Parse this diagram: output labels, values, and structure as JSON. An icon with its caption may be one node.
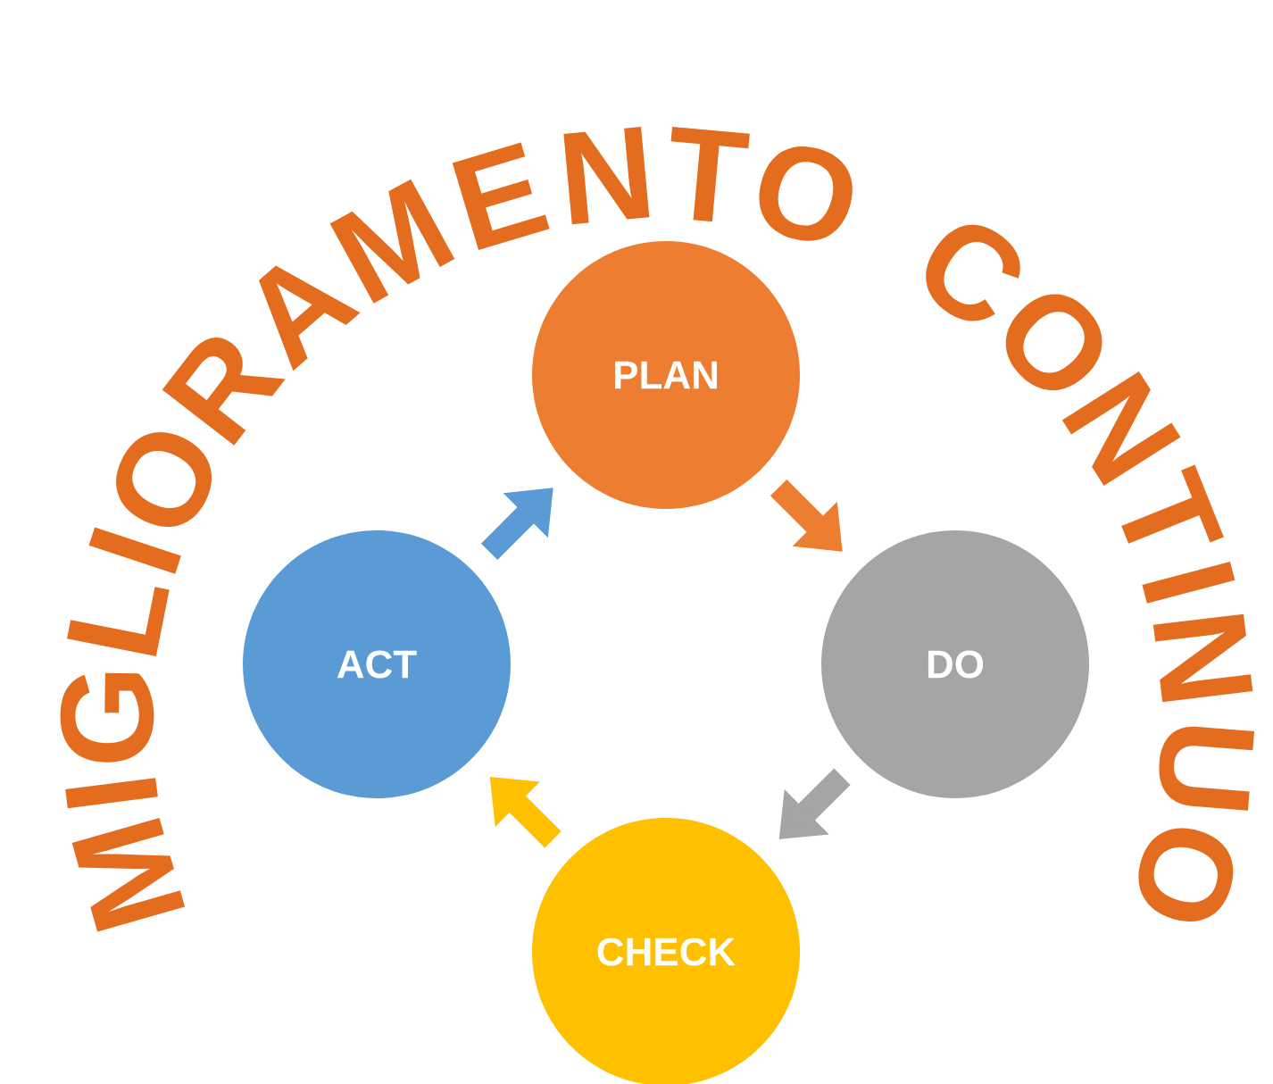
{
  "diagram": {
    "title": "MIGLIORAMENTO CONTINUO",
    "nodes": [
      {
        "text": [
          "PLAN"
        ]
      },
      {
        "text": [
          "DO"
        ]
      },
      {
        "text": [
          "CHECK"
        ]
      },
      {
        "text": [
          "ACT"
        ]
      }
    ],
    "edges": [
      {
        "from": 0,
        "to": 1,
        "arrow": "to",
        "color": "#ed7d31"
      },
      {
        "from": 1,
        "to": 2,
        "arrow": "to",
        "color": "#a5a5a5"
      },
      {
        "from": 2,
        "to": 3,
        "arrow": "to",
        "color": "#ffc000"
      },
      {
        "from": 3,
        "to": 0,
        "arrow": "to",
        "color": "#5b9bd5"
      }
    ]
  }
}
